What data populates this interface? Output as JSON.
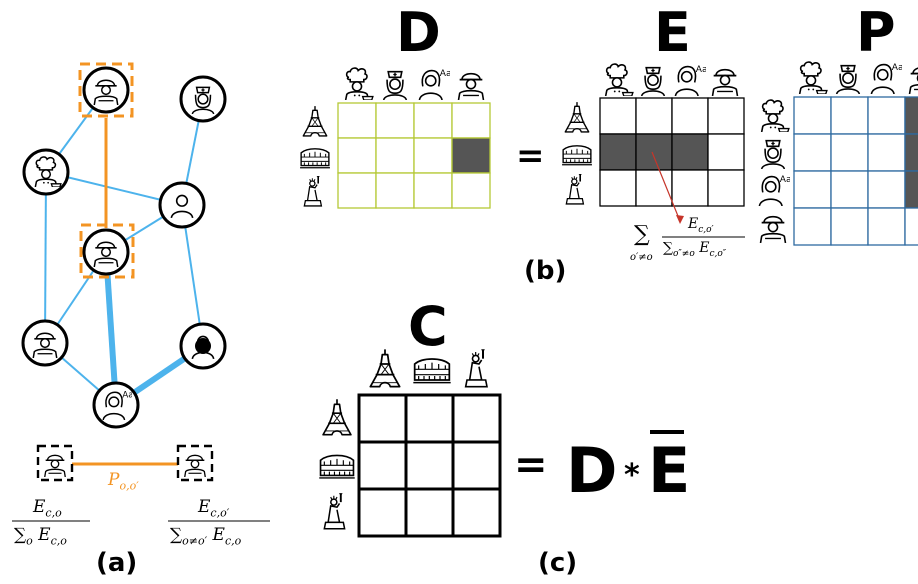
{
  "panels": {
    "a": "(a)",
    "b": "(b)",
    "c": "(c)"
  },
  "matrices": {
    "D": {
      "title": "D",
      "rows": 3,
      "cols": 4,
      "highlight": [
        [
          1,
          3
        ]
      ],
      "color": "#b5c835"
    },
    "E": {
      "title": "E",
      "rows": 3,
      "cols": 4,
      "highlight": [
        [
          1,
          0
        ],
        [
          1,
          1
        ],
        [
          1,
          2
        ]
      ],
      "color": "#000000"
    },
    "P": {
      "title": "P",
      "rows": 4,
      "cols": 4,
      "highlight": [
        [
          0,
          3
        ],
        [
          1,
          3
        ],
        [
          2,
          3
        ]
      ],
      "color": "#2e6aa0"
    },
    "C": {
      "title": "C",
      "rows": 3,
      "cols": 3,
      "highlight": [],
      "color": "#000000"
    }
  },
  "operators": {
    "eq_b": "=",
    "eq_c": "=",
    "rhs_D": "D",
    "rhs_star": "*",
    "rhs_E": "E"
  },
  "formulas": {
    "edge_label": "P",
    "edge_label_sub": "o,o′",
    "left_num": "E",
    "left_num_sub": "c,o",
    "left_den_sum": "∑",
    "left_den_sum_sub": "o",
    "left_den": "E",
    "left_den_sub": "c,o",
    "right_num": "E",
    "right_num_sub": "c,o′",
    "right_den_sum": "∑",
    "right_den_sum_sub": "o≠o′",
    "right_den": "E",
    "right_den_sub": "c,o",
    "b_sum": "∑",
    "b_sum_sub": "o′≠o",
    "b_num": "E",
    "b_num_sub": "c,o′",
    "b_den_sum": "∑",
    "b_den_sum_sub": "o″≠o",
    "b_den": "E",
    "b_den_sub": "c,o″"
  },
  "colors": {
    "network_edge": "#4db3ec",
    "highlight_edge": "#f39423",
    "cell_fill": "#555555"
  },
  "icons": {
    "occupations": [
      "chef-icon",
      "nurse-icon",
      "teacher-icon",
      "builder-icon"
    ],
    "places": [
      "eiffel-tower-icon",
      "colosseum-icon",
      "statue-of-liberty-icon"
    ]
  }
}
